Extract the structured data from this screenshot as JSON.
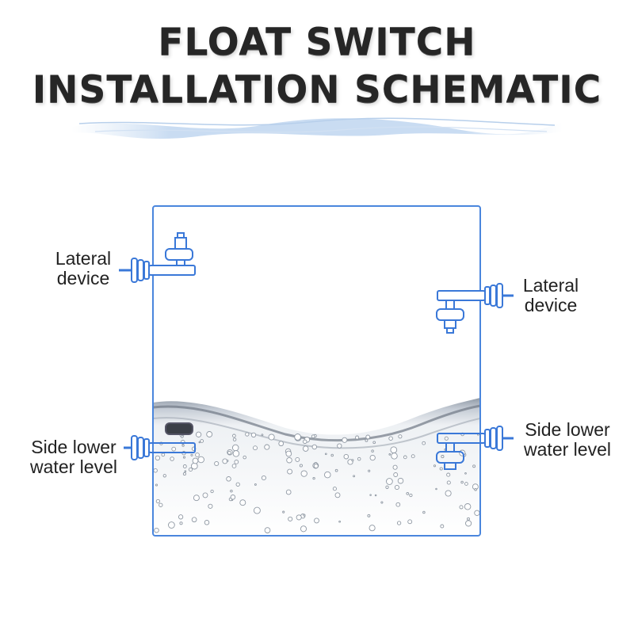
{
  "title": {
    "line1": "FLOAT SWITCH",
    "line2": "INSTALLATION SCHEMATIC"
  },
  "labels": {
    "top_left": {
      "line1": "Lateral",
      "line2": "device"
    },
    "top_right": {
      "line1": "Lateral",
      "line2": "device"
    },
    "bottom_left": {
      "line1": "Side lower",
      "line2": "water level"
    },
    "bottom_right": {
      "line1": "Side lower",
      "line2": "water level"
    }
  },
  "colors": {
    "tank_border": "#4a86dd",
    "switch_outline": "#3a78d8",
    "water": "#9aa6b4",
    "text": "#222222"
  }
}
